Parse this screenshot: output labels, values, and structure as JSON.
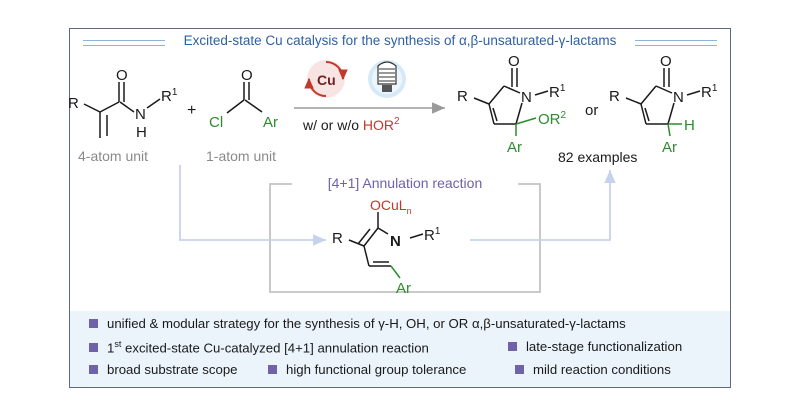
{
  "title": "Excited-state Cu catalysis for the synthesis of α,β-unsaturated-γ-lactams",
  "left_sm": {
    "R": "R",
    "O": "O",
    "N": "N",
    "R1": "R",
    "R1_sup": "1",
    "H": "H",
    "label": "4-atom unit"
  },
  "plus": "+",
  "acyl": {
    "O": "O",
    "Cl": "Cl",
    "Ar": "Ar",
    "label": "1-atom unit"
  },
  "catalyst": {
    "cu": "Cu",
    "condition_prefix": "w/ or w/o ",
    "condition_reagent": "HOR",
    "condition_sup": "2"
  },
  "product1": {
    "O": "O",
    "R": "R",
    "N": "N",
    "R1": "R",
    "R1_sup": "1",
    "OR2": "OR",
    "OR2_sup": "2",
    "Ar": "Ar"
  },
  "or_text": "or",
  "product2": {
    "O": "O",
    "R": "R",
    "N": "N",
    "R1": "R",
    "R1_sup": "1",
    "H": "H",
    "Ar": "Ar"
  },
  "examples": "82 examples",
  "annulation": "[4+1] Annulation reaction",
  "intermediate": {
    "OCuL": "OCuL",
    "n": "n",
    "R": "R",
    "N": "N",
    "R1": "R",
    "R1_sup": "1",
    "Ar": "Ar"
  },
  "bullets": {
    "b1": {
      "pre": "unified & modular strategy for the synthesis of γ-H, OH, or OR α,β-unsaturated-γ-lactams"
    },
    "b2": {
      "pre": "1",
      "sup": "st",
      "post": " excited-state Cu-catalyzed [4+1] annulation reaction"
    },
    "b3": {
      "pre": "late-stage functionalization"
    },
    "b4": {
      "pre": "broad substrate scope"
    },
    "b5": {
      "pre": "high functional group tolerance"
    },
    "b6": {
      "pre": "mild reaction conditions"
    }
  },
  "colors": {
    "title": "#2e5fa5",
    "green": "#2e8b2e",
    "red": "#c0392b",
    "purple": "#6e62a8",
    "grey_text": "#8a8a8a",
    "arrow_light": "#c6d3ec",
    "bullet_bg": "#ebf3fb"
  },
  "icons": [
    "cu-cycle-icon",
    "light-bulb-icon"
  ]
}
